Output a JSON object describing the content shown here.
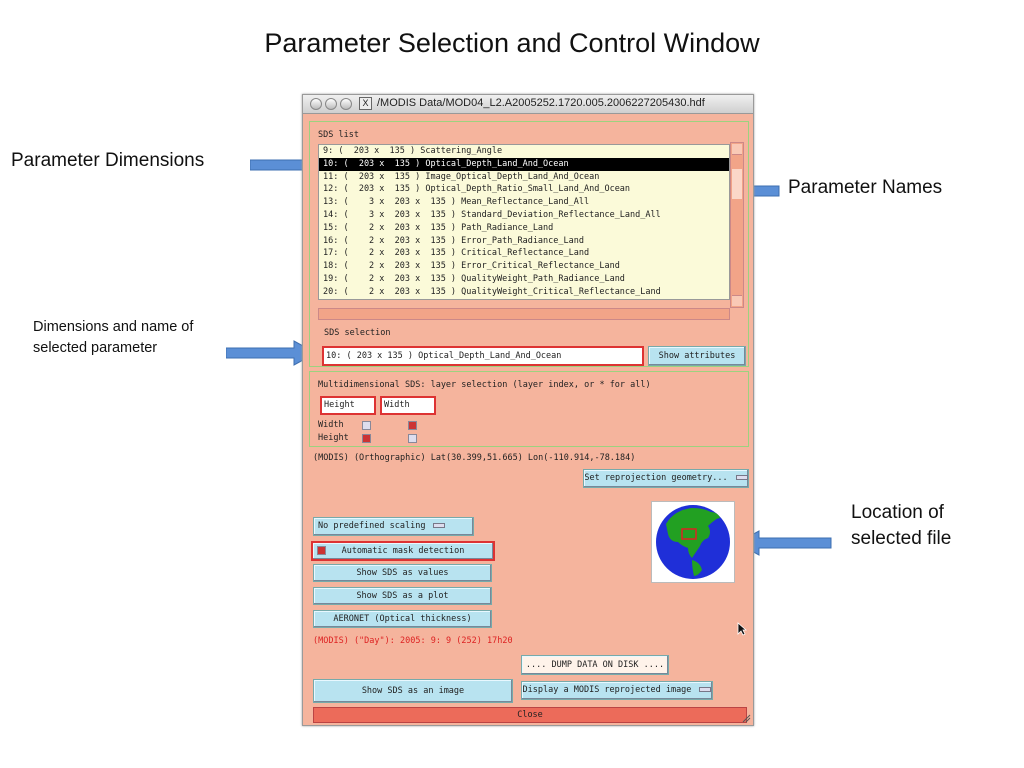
{
  "slide": {
    "title": "Parameter Selection and Control Window",
    "callouts": {
      "param_dimensions": "Parameter Dimensions",
      "param_names": "Parameter Names",
      "dims_name_line1": "Dimensions and name of",
      "dims_name_line2": "selected parameter",
      "location_line1": "Location of",
      "location_line2": "selected file"
    }
  },
  "window": {
    "title": "/MODIS Data/MOD04_L2.A2005252.1720.005.2006227205430.hdf",
    "close_box": "X",
    "sds_list_label": "SDS  list",
    "sds_list": [
      "9: (  203 x  135 ) Scattering_Angle",
      "10: (  203 x  135 ) Optical_Depth_Land_And_Ocean",
      "11: (  203 x  135 ) Image_Optical_Depth_Land_And_Ocean",
      "12: (  203 x  135 ) Optical_Depth_Ratio_Small_Land_And_Ocean",
      "13: (    3 x  203 x  135 ) Mean_Reflectance_Land_All",
      "14: (    3 x  203 x  135 ) Standard_Deviation_Reflectance_Land_All",
      "15: (    2 x  203 x  135 ) Path_Radiance_Land",
      "16: (    2 x  203 x  135 ) Error_Path_Radiance_Land",
      "17: (    2 x  203 x  135 ) Critical_Reflectance_Land",
      "18: (    2 x  203 x  135 ) Error_Critical_Reflectance_Land",
      "19: (    2 x  203 x  135 ) QualityWeight_Path_Radiance_Land",
      "20: (    2 x  203 x  135 ) QualityWeight_Critical_Reflectance_Land"
    ],
    "selected_index": 1,
    "sds_selection_label": "SDS  selection",
    "sds_selection_value": "10: (  203 x  135 ) Optical_Depth_Land_And_Ocean",
    "show_attributes": "Show attributes",
    "multi_label": "Multidimensional SDS: layer selection (layer index, or * for all)",
    "height_field": "Height",
    "width_field": "Width",
    "width_label": "Width",
    "height_label": "Height",
    "projection_text": "(MODIS) (Orthographic) Lat(30.399,51.665) Lon(-110.914,-78.184)",
    "reprojection_dropdown": "Set reprojection geometry...",
    "scaling_dropdown": "No predefined scaling",
    "auto_mask": "Automatic mask detection",
    "show_values": "Show SDS as values",
    "show_plot": "Show SDS as a plot",
    "aeronet": "AERONET (Optical thickness)",
    "date_text": "(MODIS) (\"Day\"): 2005: 9: 9 (252) 17h20",
    "dump_data": ".... DUMP DATA ON DISK ....",
    "show_image": "Show SDS as an image",
    "display_reprojected": "Display a MODIS reprojected image",
    "close": "Close"
  },
  "colors": {
    "window_bg": "#f5b49d",
    "button": "#b8e3f0",
    "list_bg": "#fbfad9",
    "highlight_border": "#d33333",
    "arrow": "#5b8fd6"
  }
}
